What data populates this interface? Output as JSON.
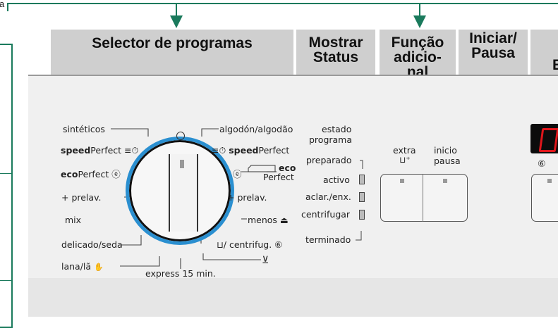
{
  "top_left_fragment": "a",
  "headers": {
    "program_selector": "Selector de programas",
    "show_status_1": "Mostrar",
    "show_status_2": "Status",
    "additional_1": "Função",
    "additional_2": "adicio-",
    "additional_3": "nal",
    "start_1": "Iniciar/",
    "start_2": "Pausa",
    "cut_letter": "E"
  },
  "dial": {
    "left_programs": {
      "synthetics": "sintéticos",
      "speed_bold": "speed",
      "speed_rest": "Perfect",
      "eco_bold": "eco",
      "eco_rest": "Perfect",
      "prewash": "+ prelav.",
      "mix": "mix",
      "delicate": "delicado/seda",
      "wool": "lana/lã"
    },
    "right_programs": {
      "cotton": "algodón/algodão",
      "speed_bold": "speed",
      "speed_rest": "Perfect",
      "eco_bold": "eco",
      "eco_rest": "Perfect",
      "prewash": "+ prelav.",
      "less": "menos",
      "spin": "/ centrifug."
    },
    "bottom_program": "express 15 min."
  },
  "status": {
    "title_1": "estado",
    "title_2": "programa",
    "ready": "preparado",
    "active": "activo",
    "rinse": "aclar./enx.",
    "spin": "centrifugar",
    "finished": "terminado"
  },
  "extra_button": {
    "label": "extra"
  },
  "start_button": {
    "label_1": "inicio",
    "label_2": "pausa"
  },
  "colors": {
    "accent": "#1a7a5c",
    "dial_ring": "#2a8fd0",
    "header_bg": "#cfcfcf",
    "display_digit": "#e0161b"
  }
}
